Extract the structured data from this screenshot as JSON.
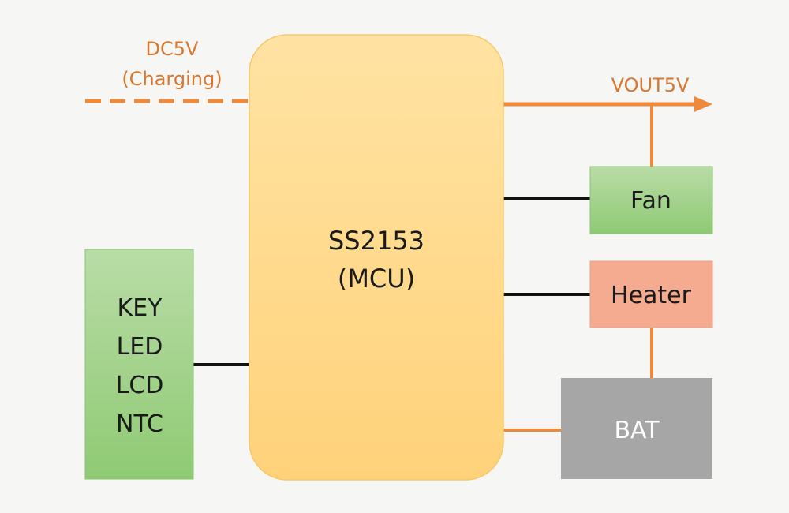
{
  "labels": {
    "dc_in_line1": "DC5V",
    "dc_in_line2": "(Charging)",
    "vout": "VOUT5V"
  },
  "blocks": {
    "mcu_line1": "SS2153",
    "mcu_line2": "(MCU)",
    "io": [
      "KEY",
      "LED",
      "LCD",
      "NTC"
    ],
    "fan": "Fan",
    "heater": "Heater",
    "battery": "BAT"
  },
  "colors": {
    "power_line": "#ee8a3c",
    "signal_line": "#111111",
    "label_text": "#d9762f",
    "mcu_fill_top": "#ffe3a3",
    "mcu_fill_bottom": "#ffd27a",
    "mcu_stroke": "#f7c86b",
    "green_fill_top": "#b9dca6",
    "green_fill_bottom": "#8fca74",
    "green_stroke": "#8cc472",
    "heater_fill": "#f4ab90",
    "heater_stroke": "#eea083",
    "battery_fill": "#a6a6a6"
  }
}
